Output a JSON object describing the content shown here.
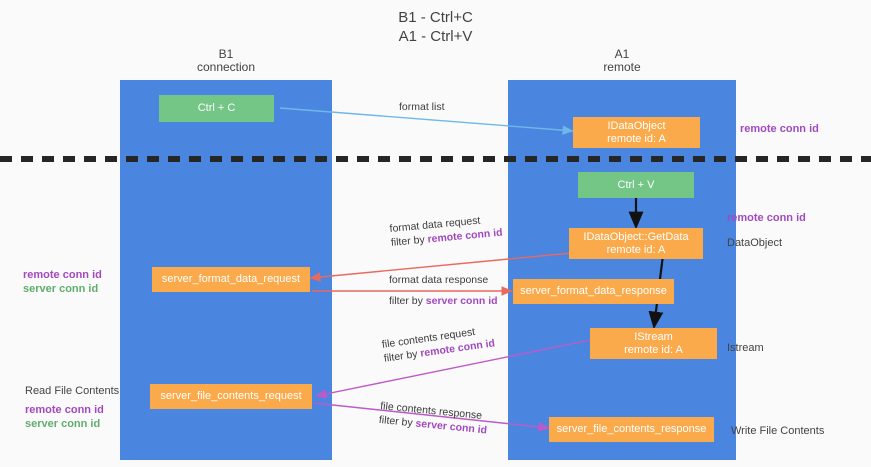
{
  "diagram": {
    "title": "B1 - Ctrl+C\nA1 - Ctrl+V",
    "lanes": [
      {
        "name": "left-lane",
        "title": "B1\nconnection"
      },
      {
        "name": "right-lane",
        "title": "A1\nremote"
      }
    ],
    "nodes": [
      {
        "id": "ctrl-c",
        "label": "Ctrl + C",
        "color": "#74c687"
      },
      {
        "id": "idataobject",
        "label": "IDataObject\nremote id: A",
        "color": "#fbaa4b"
      },
      {
        "id": "ctrl-v",
        "label": "Ctrl + V",
        "color": "#74c687"
      },
      {
        "id": "getdata",
        "label": "IDataObject::GetData\nremote id: A",
        "color": "#fbaa4b"
      },
      {
        "id": "server-format-data-request",
        "label": "server_format_data_request",
        "color": "#fbaa4b"
      },
      {
        "id": "server-format-data-response",
        "label": "server_format_data_response",
        "color": "#fbaa4b"
      },
      {
        "id": "istream",
        "label": "IStream\nremote id: A",
        "color": "#fbaa4b"
      },
      {
        "id": "server-file-contents-request",
        "label": "server_file_contents_request",
        "color": "#fbaa4b"
      },
      {
        "id": "server-file-contents-response",
        "label": "server_file_contents_response",
        "color": "#fbaa4b"
      }
    ],
    "edge_labels": [
      {
        "id": "format-list",
        "text": "format list"
      },
      {
        "id": "format-data-request",
        "line1": "format data request",
        "line2_prefix": "filter by ",
        "line2_key": "remote conn id"
      },
      {
        "id": "format-data-response",
        "line1": "format data response",
        "line2_prefix": "filter by ",
        "line2_key": "server conn id"
      },
      {
        "id": "file-contents-request",
        "line1": "file contents request",
        "line2_prefix": "filter by ",
        "line2_key": "remote conn id"
      },
      {
        "id": "file-contents-response",
        "line1": "file contents response",
        "line2_prefix": "filter by ",
        "line2_key": "server conn id"
      }
    ],
    "annotations": [
      {
        "id": "remote-conn-id-top-right",
        "text": "remote conn id",
        "color": "#a349c0"
      },
      {
        "id": "remote-conn-id-mid-right",
        "text": "remote conn id",
        "color": "#a349c0"
      },
      {
        "id": "dataobject-label",
        "text": "DataObject",
        "color": "#434343"
      },
      {
        "id": "remote-conn-id-left",
        "text": "remote conn id",
        "color": "#a349c0"
      },
      {
        "id": "server-conn-id-left",
        "text": "server conn id",
        "color": "#5fad6b"
      },
      {
        "id": "istream-label",
        "text": "Istream",
        "color": "#434343"
      },
      {
        "id": "read-file-contents",
        "text": "Read File Contents",
        "color": "#434343"
      },
      {
        "id": "remote-conn-id-bottom-left",
        "text": "remote conn id",
        "color": "#a349c0"
      },
      {
        "id": "server-conn-id-bottom-left",
        "text": "server conn id",
        "color": "#5fad6b"
      },
      {
        "id": "write-file-contents",
        "text": "Write File Contents",
        "color": "#434343"
      }
    ],
    "colors": {
      "lane": "#4a86e0",
      "green_node": "#74c687",
      "orange_node": "#fbaa4b",
      "purple": "#a349c0",
      "green_text": "#5fad6b",
      "red_arrow": "#e8695e",
      "blue_arrow": "#6fb7e8",
      "magenta_arrow": "#bd5ac8",
      "black_arrow": "#111111",
      "background": "#fafafa"
    }
  }
}
